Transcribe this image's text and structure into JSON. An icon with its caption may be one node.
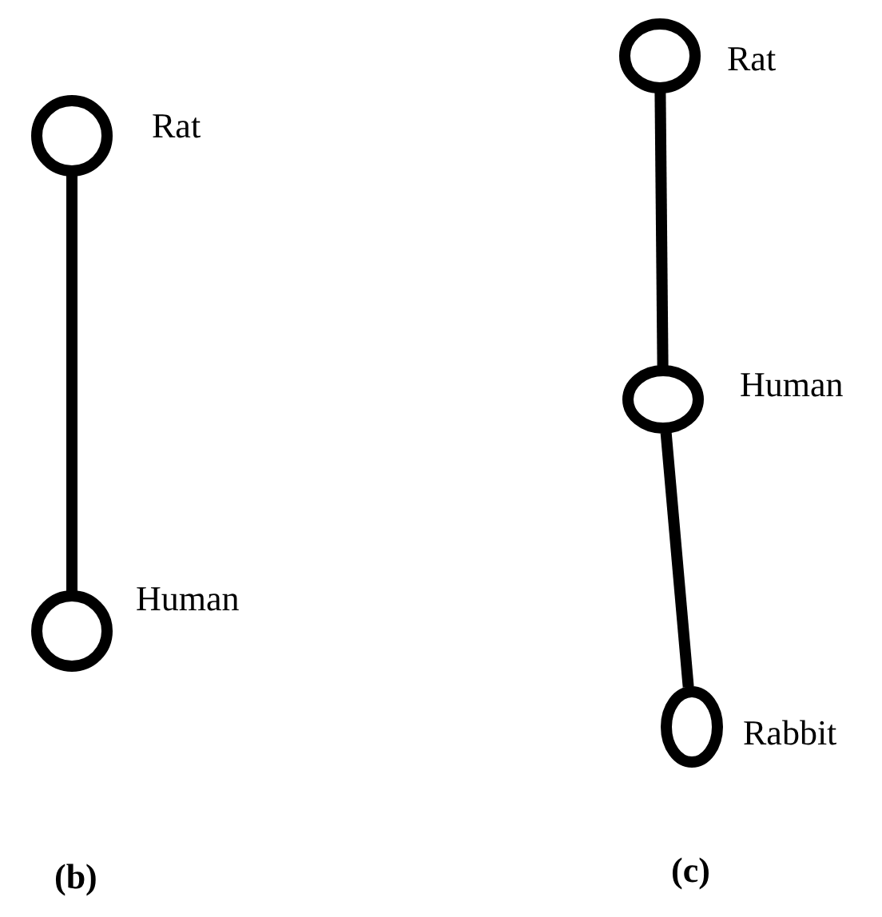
{
  "diagram": {
    "nodes": [
      {
        "text": [],
        "shape": "circle",
        "beside": [
          "Rat"
        ]
      },
      {
        "text": [],
        "shape": "circle",
        "beside": [
          "Human"
        ]
      },
      {
        "text": [],
        "shape": "circle",
        "beside": [
          "Rat"
        ]
      },
      {
        "text": [],
        "shape": "circle",
        "beside": [
          "Human"
        ]
      },
      {
        "text": [],
        "shape": "circle",
        "beside": [
          "Rabbit"
        ]
      }
    ],
    "edges": [
      {
        "from": 0,
        "to": 1,
        "arrow": "none"
      },
      {
        "from": 2,
        "to": 3,
        "arrow": "none"
      },
      {
        "from": 3,
        "to": 4,
        "arrow": "none"
      }
    ],
    "labels": [
      "(b)",
      "(c)"
    ]
  }
}
